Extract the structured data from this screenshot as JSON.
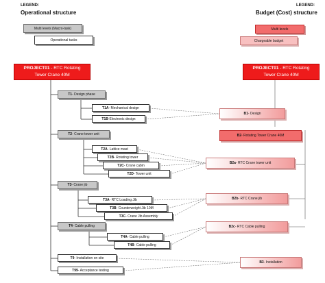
{
  "legend": {
    "left_label": "LEGEND:",
    "left_title": "Operational structure",
    "right_label": "LEGEND:",
    "right_title": "Budget (Cost) structure",
    "multi_levels_macro": "Multi levels (Macro-task)",
    "operational_tasks": "Operational tasks",
    "multi_levels": "Multi levels",
    "chargeable_budget": "Chargeable budget"
  },
  "project": {
    "left_line1": "PROJECT01",
    "left_line1_rest": " - RTC Rotating",
    "left_line2": "Tower Crane 40M",
    "right_line1": "PROJECT01",
    "right_line1_rest": " - RTC Rotating",
    "right_line2": "Tower Crane 40M"
  },
  "tasks": {
    "t1": {
      "code": "T1",
      "label": " - Design phase"
    },
    "t1a": {
      "code": "T1A",
      "label": " - Mechanical design"
    },
    "t1b": {
      "code": "T1B",
      "label": " -Electronic design"
    },
    "t2": {
      "code": "T2",
      "label": " - Crane tower unit"
    },
    "t2a": {
      "code": "T2A",
      "label": " - Lattice mast"
    },
    "t2b": {
      "code": "T2B",
      "label": " - Rotating tower"
    },
    "t2c": {
      "code": "T2C",
      "label": " - Crane cabin"
    },
    "t2d": {
      "code": "T2D",
      "label": " - Tower unit"
    },
    "t3": {
      "code": "T3",
      "label": " - Crane jib"
    },
    "t3a": {
      "code": "T3A",
      "label": " - RTC Loading Jib"
    },
    "t3b": {
      "code": "T3B",
      "label": " - Counterweight Jib 10M"
    },
    "t3c": {
      "code": "T3C",
      "label": " - Crane Jib Assembly"
    },
    "t4": {
      "code": "T4",
      "label": " - Cable pulling"
    },
    "t4a": {
      "code": "T4A",
      "label": " - Cable pulling"
    },
    "t4b": {
      "code": "T4B",
      "label": " - Cable pulling"
    },
    "t9": {
      "code": "T9",
      "label": " - Installation on site"
    },
    "t99": {
      "code": "T99",
      "label": " - Acceptance testing"
    }
  },
  "budget": {
    "b1": {
      "code": "B1",
      "label": " - Design"
    },
    "b2": {
      "code": "B2",
      "label": " - Rotating Tower Crane 40M"
    },
    "b2a": {
      "code": "B2a",
      "label": " - RTC Crane tower unit"
    },
    "b2b": {
      "code": "B2b",
      "label": " - RTC Crane jib"
    },
    "b2c": {
      "code": "B2c",
      "label": " - RTC Cable pulling"
    },
    "b3": {
      "code": "B3",
      "label": " - Installation"
    }
  },
  "colors": {
    "header_red": "#ee1b1b",
    "multi_level_red": "#f26c6c",
    "chargeable_pink": "#f8c0c0",
    "macro_gray": "#c8c8c8"
  }
}
